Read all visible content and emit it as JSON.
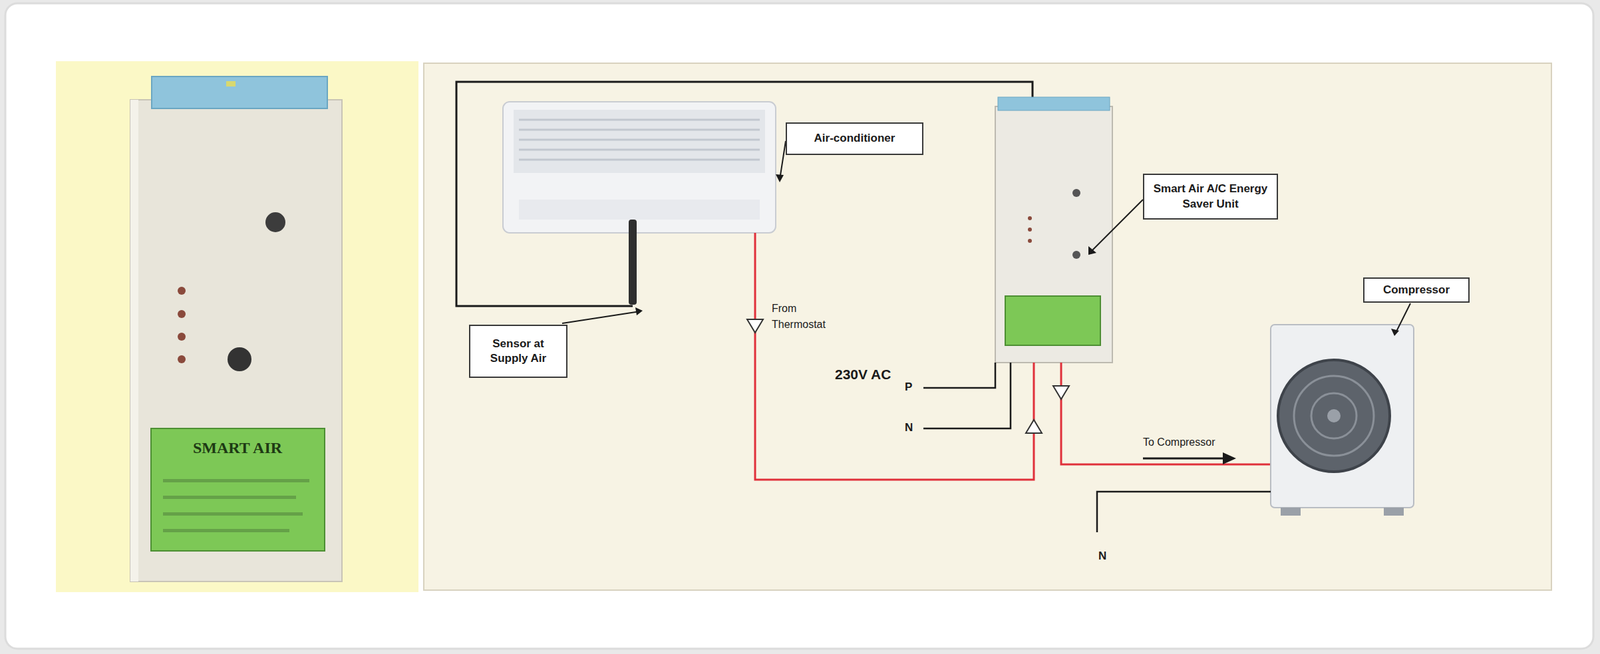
{
  "diagram": {
    "nodes": [
      {
        "text": [
          "Air-conditioner"
        ]
      },
      {
        "text": [
          "Smart Air A/C Energy Saver Unit"
        ]
      },
      {
        "text": [
          "Compressor"
        ]
      },
      {
        "text": [
          "Sensor at Supply Air"
        ]
      }
    ],
    "labels": [
      "SMART AIR",
      "From Thermostat",
      "230V AC",
      "P",
      "N",
      "To Compressor",
      "N"
    ]
  }
}
